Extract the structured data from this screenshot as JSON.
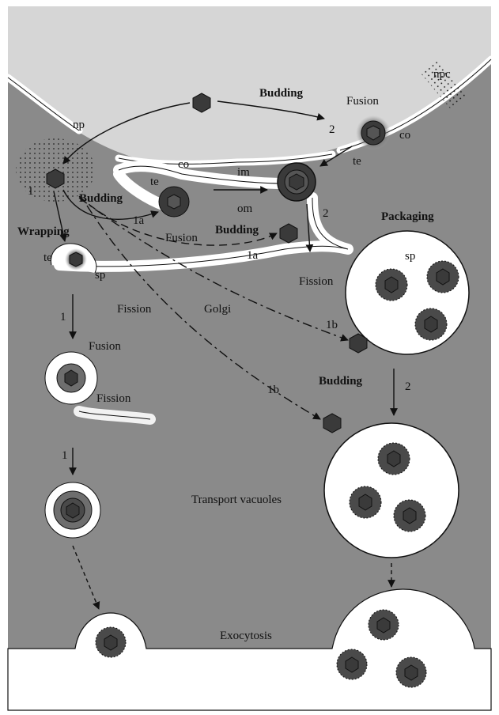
{
  "labels": {
    "npc": "npc",
    "np": "np",
    "budding_top": "Budding",
    "fusion_top": "Fusion",
    "num_2_top": "2",
    "co_top": "co",
    "te_top": "te",
    "co_mid": "co",
    "te_mid": "te",
    "im": "im",
    "om": "om",
    "num_1_left": "1",
    "budding_1a": "Budding",
    "num_1a_left": "1a",
    "wrapping": "Wrapping",
    "fusion_mid": "Fusion",
    "budding_om": "Budding",
    "num_1a_mid": "1a",
    "num_2_mid": "2",
    "packaging": "Packaging",
    "sp_right": "sp",
    "te_left": "te",
    "sp_left": "sp",
    "fission_right": "Fission",
    "fission_left": "Fission",
    "golgi": "Golgi",
    "num_1b_upper": "1b",
    "num_1_down": "1",
    "fusion_left": "Fusion",
    "fission_lower": "Fission",
    "budding_lower": "Budding",
    "num_1b_lower": "1b",
    "num_2_lower": "2",
    "num_1_lower": "1",
    "transport_vacuoles": "Transport vacuoles",
    "exocytosis": "Exocytosis"
  },
  "colors": {
    "cytoplasm": "#8a8a8a",
    "nucleus": "#d6d6d6",
    "membrane": "#ffffff",
    "capsid": "#3a3a3a",
    "capsid_core": "#555555",
    "tegument": "#6e6e6e",
    "outline": "#111111"
  }
}
